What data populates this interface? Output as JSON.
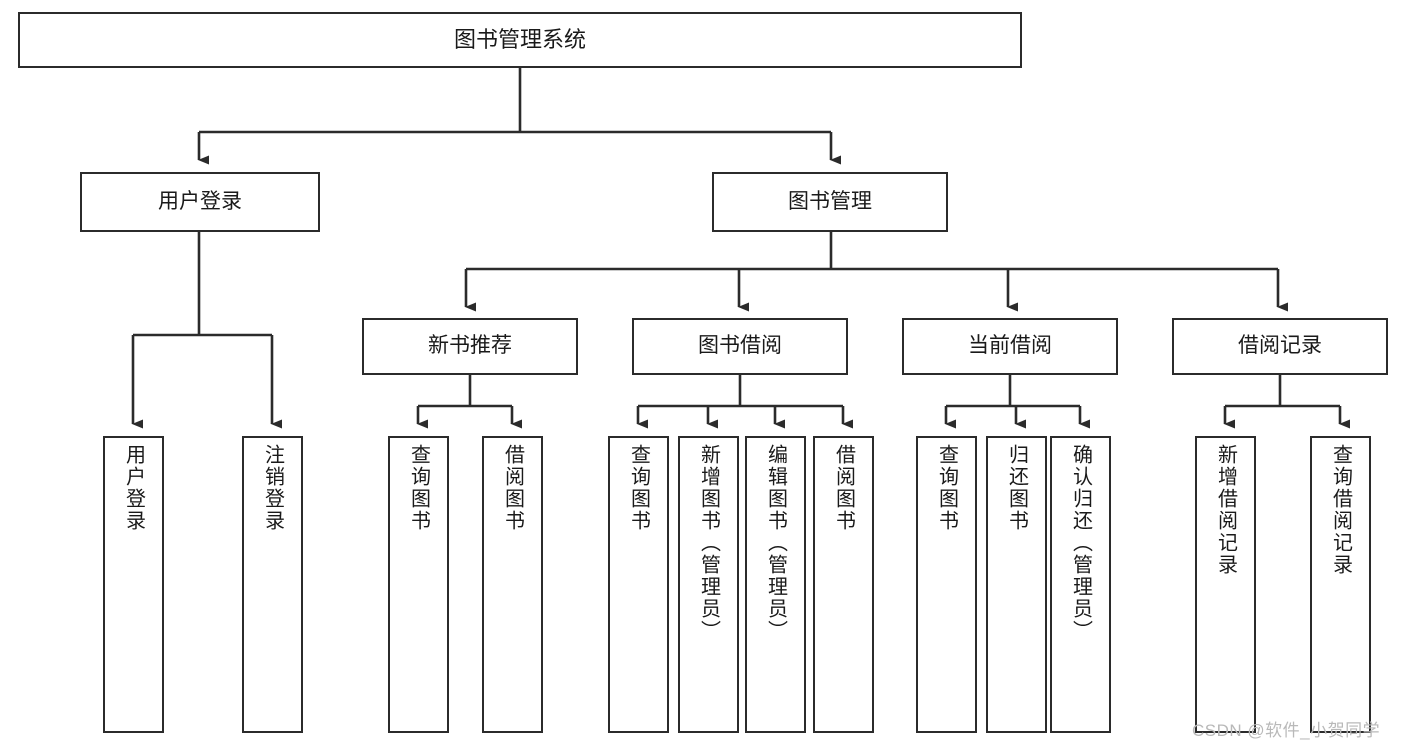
{
  "diagram": {
    "title": "图书管理系统",
    "type": "tree-hierarchy",
    "orientation": "top-down",
    "colors": {
      "node_border": "#2b2b2b",
      "node_fill": "#ffffff",
      "edge": "#2b2b2b",
      "text": "#1a1a1a",
      "watermark": "#b9b9b9",
      "background": "#ffffff"
    }
  },
  "root": {
    "label": "图书管理系统"
  },
  "level2": {
    "user_login": "用户登录",
    "book_manage": "图书管理"
  },
  "level3": {
    "new_book_recommend": "新书推荐",
    "book_borrow": "图书借阅",
    "current_borrow": "当前借阅",
    "borrow_record": "借阅记录"
  },
  "leaves": {
    "user_login": [
      "用户登录",
      "注销登录"
    ],
    "new_book_recommend": [
      "查询图书",
      "借阅图书"
    ],
    "book_borrow": [
      "查询图书",
      "新增图书（管理员）",
      "编辑图书（管理员）",
      "借阅图书"
    ],
    "current_borrow": [
      "查询图书",
      "归还图书",
      "确认归还（管理员）"
    ],
    "borrow_record": [
      "新增借阅记录",
      "查询借阅记录"
    ]
  },
  "watermark": {
    "text": "CSDN @软件_小贺同学"
  }
}
